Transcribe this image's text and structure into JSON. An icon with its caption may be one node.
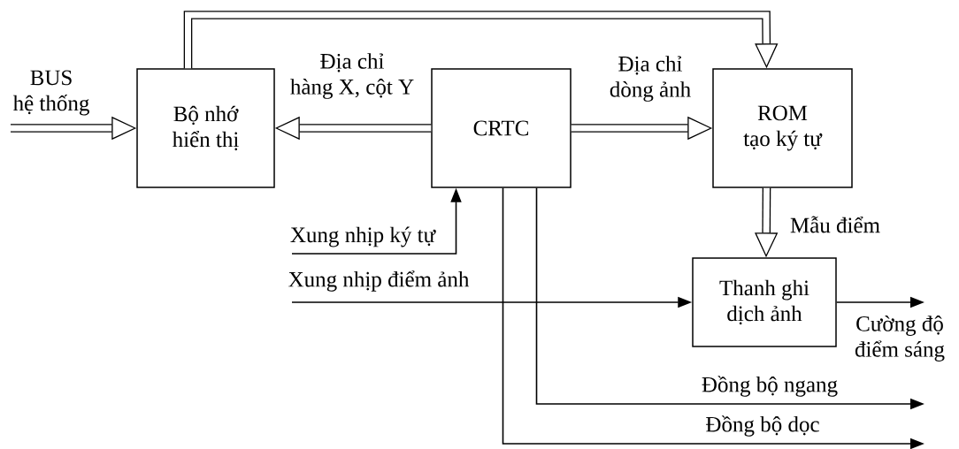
{
  "diagram": {
    "nodes": [
      {
        "text": [
          "Bộ nhớ hiển thị"
        ]
      },
      {
        "text": [
          "CRTC"
        ]
      },
      {
        "text": [
          "ROM tạo ký tự"
        ]
      },
      {
        "text": [
          "Thanh ghi dịch ảnh"
        ]
      }
    ],
    "edges": [
      {
        "from": null,
        "to": 0,
        "arrow": "to",
        "style": "thick",
        "label": "BUS hệ thống"
      },
      {
        "from": 1,
        "to": 0,
        "arrow": "to",
        "style": "thick",
        "label": "Địa chỉ hàng X, cột Y"
      },
      {
        "from": 1,
        "to": 2,
        "arrow": "to",
        "style": "thick",
        "label": "Địa chỉ dòng ảnh"
      },
      {
        "from": 0,
        "to": 2,
        "arrow": "to",
        "style": "thick"
      },
      {
        "from": 2,
        "to": 3,
        "arrow": "to",
        "style": "thick",
        "label": "Mẫu điểm"
      },
      {
        "from": null,
        "to": 1,
        "arrow": "to",
        "label": "Xung nhịp ký tự"
      },
      {
        "from": null,
        "to": 3,
        "arrow": "to",
        "label": "Xung nhịp điểm ảnh"
      },
      {
        "from": 3,
        "to": null,
        "arrow": "to",
        "label": "Cường độ điểm sáng"
      },
      {
        "from": 1,
        "to": null,
        "arrow": "to",
        "label": "Đồng bộ ngang"
      },
      {
        "from": 1,
        "to": null,
        "arrow": "to",
        "label": "Đồng bộ dọc"
      }
    ]
  }
}
